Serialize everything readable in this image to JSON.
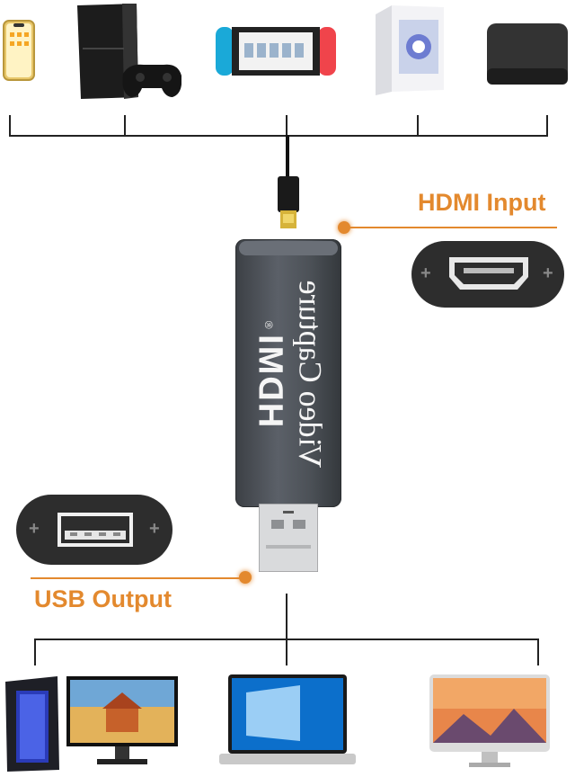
{
  "labels": {
    "hdmi_input": "HDMI Input",
    "usb_output": "USB Output"
  },
  "device": {
    "brand": "HDMI",
    "product_text": "Video Capture",
    "registered_mark": "®"
  },
  "colors": {
    "accent": "#e3892e",
    "device_body": "#4a4f55",
    "line": "#222222"
  },
  "top_sources": [
    "phone-icon",
    "game-console-icon",
    "handheld-console-icon",
    "desktop-pc-icon",
    "tv-box-icon"
  ],
  "bottom_outputs": [
    "desktop-pc-with-monitor-icon",
    "laptop-icon",
    "imac-monitor-icon"
  ]
}
